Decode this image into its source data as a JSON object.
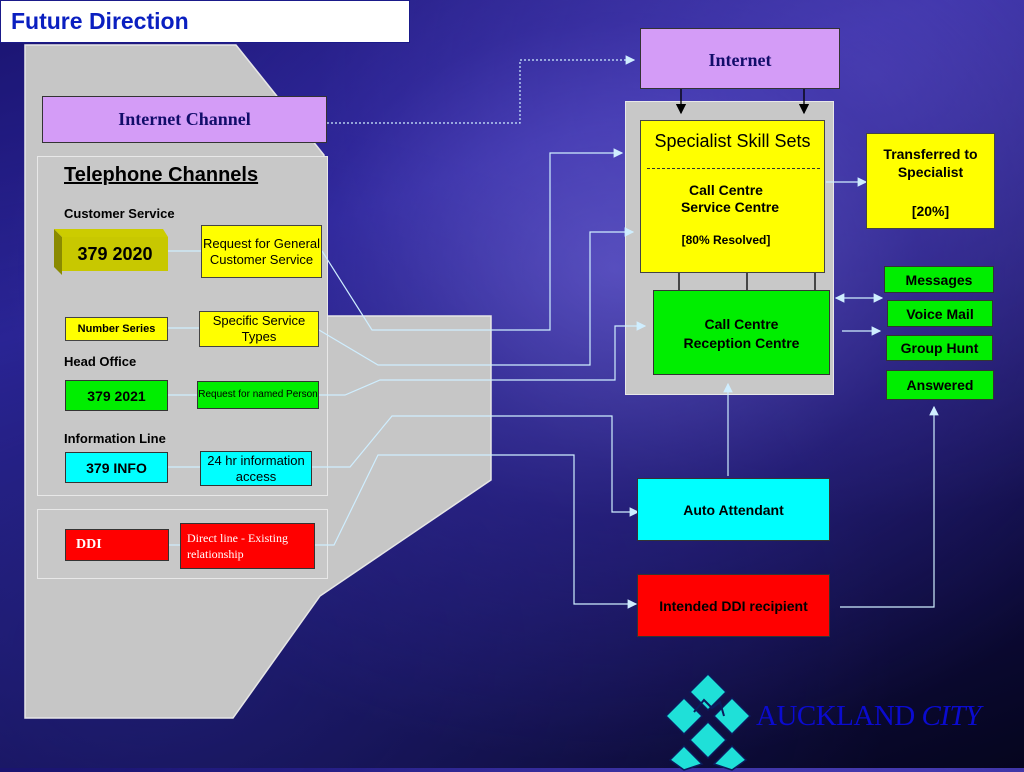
{
  "title": "Future Direction",
  "internet_channel": "Internet Channel",
  "telephone": {
    "heading": "Telephone Channels",
    "customer_service_label": "Customer Service",
    "number_379_2020": "379 2020",
    "request_general": "Request for General Customer Service",
    "number_series": "Number Series",
    "specific_service": "Specific Service Types",
    "head_office_label": "Head Office",
    "number_379_2021": "379 2021",
    "request_named": "Request for named Person",
    "information_line_label": "Information Line",
    "number_379_info": "379 INFO",
    "info_24hr": "24 hr information access"
  },
  "ddi": {
    "label": "DDI",
    "direct_line": "Direct line - Existing relationship"
  },
  "right": {
    "internet": "Internet",
    "specialist_skill_sets": "Specialist Skill Sets",
    "call_centre_service_line1": "Call Centre",
    "call_centre_service_line2": "Service Centre",
    "resolved": "[80% Resolved]",
    "reception_line1": "Call Centre",
    "reception_line2": "Reception Centre",
    "transferred_line1": "Transferred to",
    "transferred_line2": "Specialist",
    "transferred_pct": "[20%]",
    "messages": "Messages",
    "voice_mail": "Voice Mail",
    "group_hunt": "Group Hunt",
    "answered": "Answered",
    "auto_attendant": "Auto Attendant",
    "intended_ddi": "Intended DDI recipient"
  },
  "logo": {
    "text_main": "AUCKLAND",
    "text_italic": "CITY"
  },
  "colors": {
    "violet": "#d49cf7",
    "yellow": "#ffff00",
    "green": "#00ee00",
    "cyan": "#00ffff",
    "red": "#ff0000",
    "logo": "#1fe0d8"
  }
}
